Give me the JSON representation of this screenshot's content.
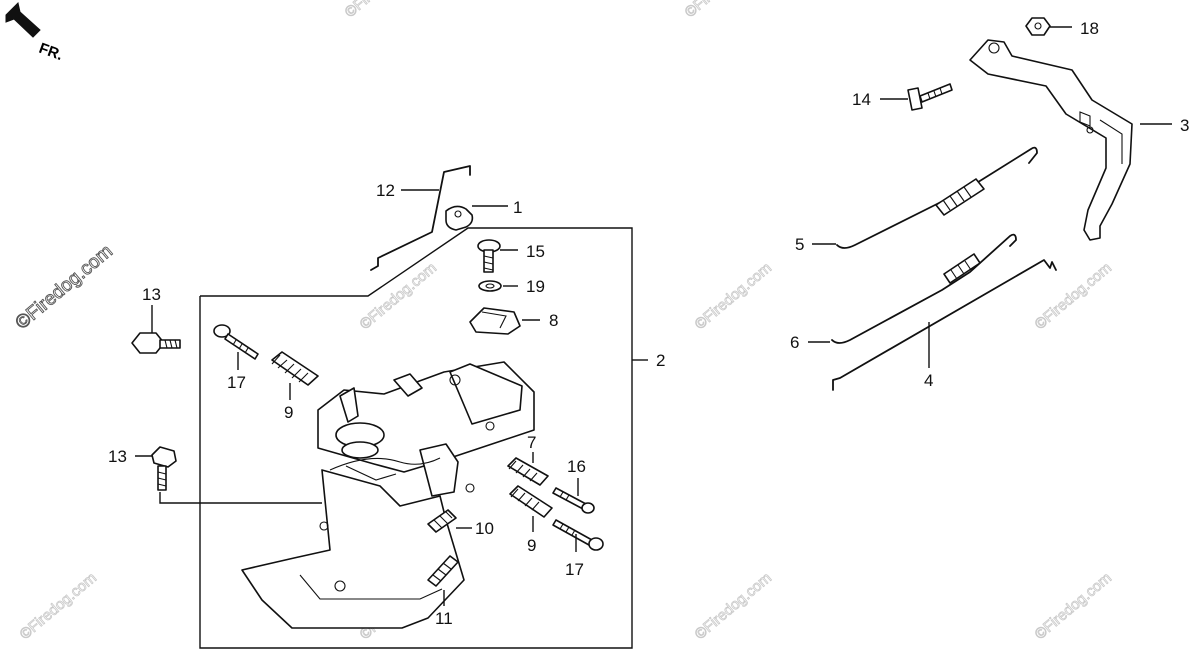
{
  "direction_indicator": "FR.",
  "watermark": "©Firedog.com",
  "callouts": {
    "c1": "1",
    "c2": "2",
    "c3": "3",
    "c4": "4",
    "c5": "5",
    "c6": "6",
    "c7": "7",
    "c8": "8",
    "c9a": "9",
    "c9b": "9",
    "c10": "10",
    "c11": "11",
    "c12": "12",
    "c13a": "13",
    "c13b": "13",
    "c14": "14",
    "c15": "15",
    "c16": "16",
    "c17a": "17",
    "c17b": "17",
    "c18": "18",
    "c19": "19"
  }
}
